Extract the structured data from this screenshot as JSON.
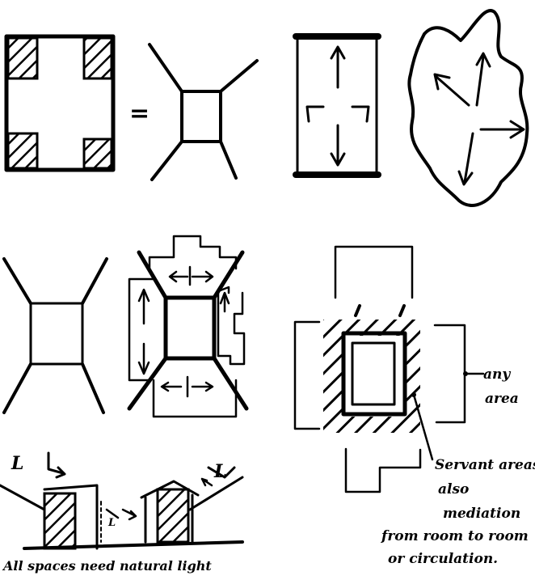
{
  "labels": {
    "equals_sign": "=",
    "light_marker_left": "L",
    "light_marker_right": "L",
    "light_marker_mid": "L",
    "caption": "All spaces need natural light",
    "callout_1_line1": "any",
    "callout_1_line2": "area",
    "callout_2_line1": "Servant areas",
    "callout_2_line2": "also",
    "callout_2_line3": "mediation",
    "callout_2_line4": "from room to room",
    "callout_2_line5": "or circulation."
  }
}
